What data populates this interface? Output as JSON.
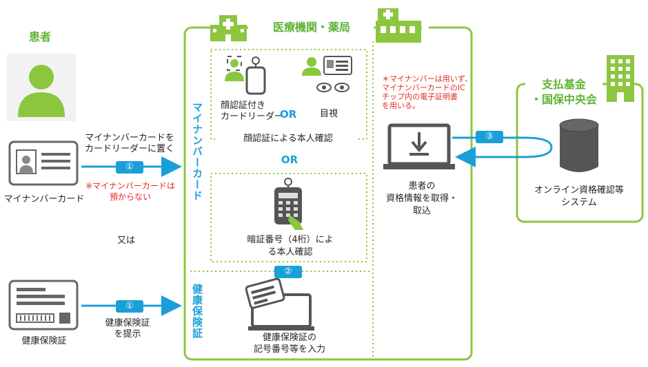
{
  "patient": {
    "title": "患者",
    "mynumber_label": "マイナンバーカード",
    "hoken_label": "健康保険証",
    "or_text": "又は"
  },
  "flow1": {
    "instruction": "マイナンバーカードを\nカードリーダーに置く",
    "badge": "①",
    "note": "※マイナンバーカードは\n預からない"
  },
  "flow2": {
    "badge": "①",
    "instruction": "健康保険証\nを提示"
  },
  "facility": {
    "title": "医療機関・薬局",
    "mynumber_vertical": "マイナンバーカード",
    "hoken_vertical": "健康保険証",
    "face_reader": "顔認証付き\nカードリーダー",
    "or1": "OR",
    "visual": "目視",
    "face_check": "顔認証による本人確認",
    "or2": "OR",
    "pin_check": "暗証番号（4桁）によ\nる本人確認",
    "badge2": "②",
    "hoken_input": "健康保険証の\n記号番号等を入力",
    "note": "＊マイナンバーは用いず、\nマイナンバーカードのIC\nチップ内の電子証明書\nを用いる。",
    "pc_label": "患者の\n資格情報を取得・\n取込"
  },
  "fund": {
    "title": "支払基金\n・国保中央会",
    "badge3": "③",
    "system_label": "オンライン資格確認等\nシステム"
  },
  "colors": {
    "green": "#8cc63f",
    "green_dark": "#5fb336",
    "blue": "#1a9fd8",
    "red": "#e02a20",
    "gray_icon": "#555555"
  }
}
